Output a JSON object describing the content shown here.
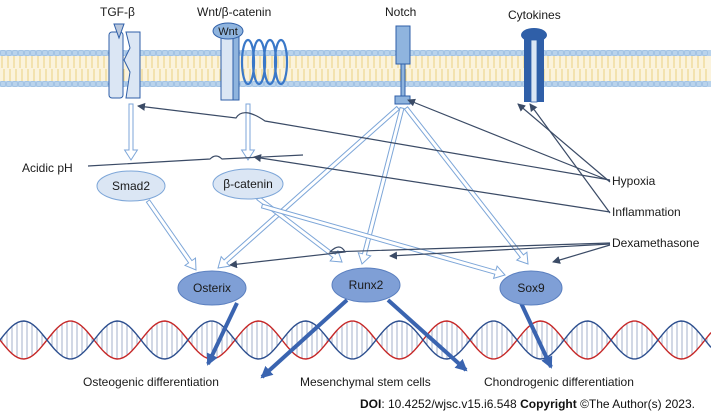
{
  "colors": {
    "membrane_head": "#b9d3ec",
    "membrane_tail": "#e8c96a",
    "receptor_light": "#dbe6f4",
    "receptor_mid": "#8fb4de",
    "receptor_dark": "#2f5fa8",
    "node_light": "#dbe6f4",
    "node_tf": "#7f9fd6",
    "arrow_outline": "#7da6d8",
    "arrow_dark": "#3b4b66",
    "arrow_blue": "#3a64b0",
    "dna_red": "#c62828",
    "dna_blue": "#2d4f8f"
  },
  "pathways": {
    "tgf": "TGF-β",
    "wnt": "Wnt/β-catenin",
    "notch": "Notch",
    "cytokines": "Cytokines"
  },
  "ligand_wnt": "Wnt",
  "nodes": {
    "smad2": "Smad2",
    "beta_catenin": "β-catenin",
    "osterix": "Osterix",
    "runx2": "Runx2",
    "sox9": "Sox9"
  },
  "factors": {
    "acidic_ph": "Acidic pH",
    "hypoxia": "Hypoxia",
    "inflammation": "Inflammation",
    "dexamethasone": "Dexamethasone"
  },
  "outcomes": {
    "osteogenic": "Osteogenic differentiation",
    "msc": "Mesenchymal stem cells",
    "chondrogenic": "Chondrogenic differentiation"
  },
  "credit": {
    "doi_label": "DOI",
    "doi_value": ": 10.4252/wjsc.v15.i6.548",
    "copyright_label": "Copyright",
    "copyright_value": " ©The Author(s) 2023."
  }
}
